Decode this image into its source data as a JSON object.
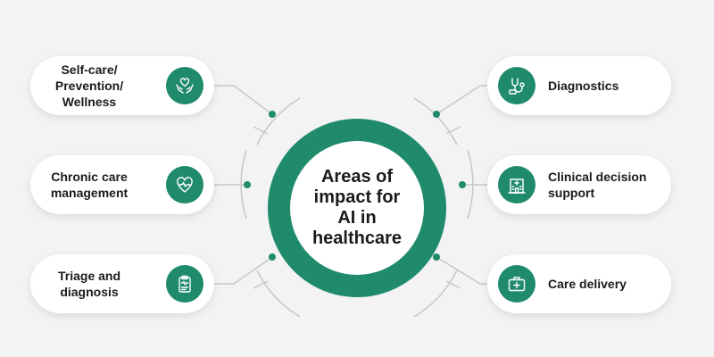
{
  "colors": {
    "accent": "#1f8b6c",
    "background": "#f3f3f3",
    "connector": "#c7c7c7"
  },
  "center": {
    "title": "Areas of impact for AI in healthcare"
  },
  "items": [
    {
      "label": "Self-care/ Prevention/ Wellness",
      "icon": "heart-in-hands-icon"
    },
    {
      "label": "Chronic care management",
      "icon": "heart-monitor-icon"
    },
    {
      "label": "Triage and diagnosis",
      "icon": "clipboard-icon"
    },
    {
      "label": "Diagnostics",
      "icon": "stethoscope-icon"
    },
    {
      "label": "Clinical decision support",
      "icon": "hospital-icon"
    },
    {
      "label": "Care delivery",
      "icon": "first-aid-kit-icon"
    }
  ]
}
